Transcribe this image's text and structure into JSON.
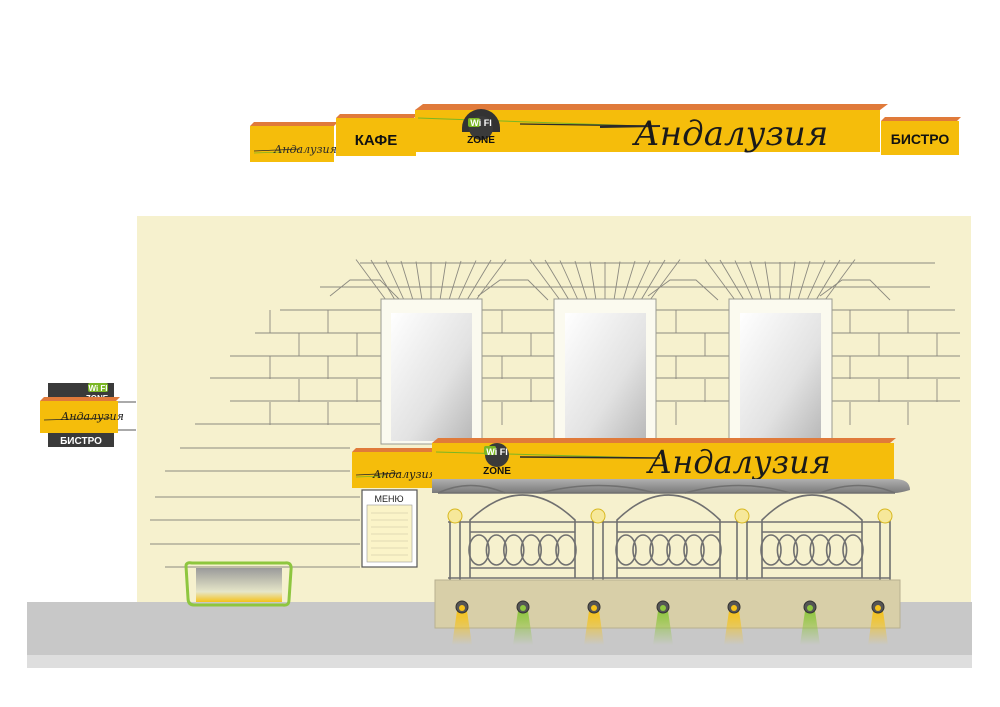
{
  "signs": {
    "top_strip": {
      "small_logo": "Андалузия",
      "cafe": "КАФЕ",
      "main_logo": "Андалузия",
      "bistro": "БИСТРО",
      "wifi_top": "Wi FI",
      "wifi_zone": "ZONE"
    },
    "wall_sign": {
      "wifi_top": "Wi FI",
      "wifi_zone": "ZONE",
      "logo": "Андалузия",
      "bistro": "БИСТРО"
    },
    "canopy": {
      "small_logo": "Андалузия",
      "wifi_top": "Wi FI",
      "wifi_zone": "ZONE",
      "main_logo": "Андалузия"
    },
    "menu_board": {
      "title": "МЕНЮ"
    }
  },
  "colors": {
    "sign_yellow": "#f5bd0b",
    "sign_top_orange": "#e07a3a",
    "wall": "#f6f1ce",
    "brick_line": "#8c8a80",
    "sidewalk": "#c8c8c8",
    "curb": "#dedede",
    "wifi_green": "#7ab624",
    "rail": "#707070",
    "planter": "#d8cfa8",
    "light_glow_yellow": "#f5c21a",
    "light_glow_green": "#8ec63f"
  }
}
